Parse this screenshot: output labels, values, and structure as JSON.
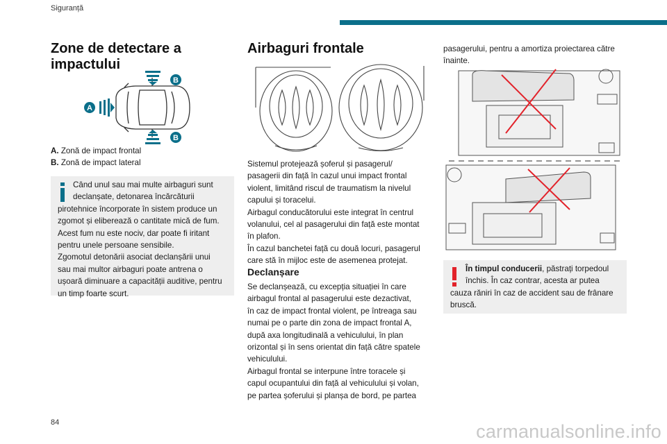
{
  "header": {
    "title": "Siguranță"
  },
  "page_number": "84",
  "watermark": "carmanualsonline.info",
  "accent_color": "#0b6f8a",
  "warning_color": "#e2222a",
  "col1": {
    "title": "Zone de detectare a impactului",
    "title_line1": "Zone de detectare a",
    "title_line2": "impactului",
    "figure": {
      "label_a": "A",
      "label_b_top": "B",
      "label_b_bottom": "B"
    },
    "legend": [
      {
        "key": "A.",
        "text": "Zonă de impact frontal"
      },
      {
        "key": "B.",
        "text": "Zonă de impact lateral"
      }
    ],
    "note": {
      "icon": "info-icon",
      "lines": [
        "Când unul sau mai multe airbaguri sunt",
        "declanșate, detonarea încărcăturii",
        "pirotehnice încorporate în sistem produce un",
        "zgomot și eliberează o cantitate mică de fum.",
        "Acest fum nu este nociv, dar poate fi iritant",
        "pentru unele persoane sensibile.",
        "Zgomotul detonării asociat declanșării unui",
        "sau mai multor airbaguri poate antrena o",
        "ușoară diminuare a capacității auditive, pentru",
        "un timp foarte scurt."
      ]
    }
  },
  "col2": {
    "title": "Airbaguri frontale",
    "para1_lines": [
      "Sistemul protejează șoferul și pasagerul/",
      "pasagerii din față în cazul unui impact frontal",
      "violent, limitând riscul de traumatism la nivelul",
      "capului și toracelui.",
      "Airbagul conducătorului este integrat în centrul",
      "volanului, cel al pasagerului din față este montat",
      "în plafon.",
      "În cazul banchetei față cu două locuri, pasagerul",
      "care stă în mijloc este de asemenea protejat."
    ],
    "subtitle": "Declanșare",
    "para2_lines": [
      "Se declanșează, cu excepția situației în care",
      "airbagul frontal al pasagerului este dezactivat,",
      "în caz de impact frontal violent, pe întreaga sau",
      "numai pe o parte din zona de impact frontal A,",
      "după axa longitudinală a vehiculului, în plan",
      "orizontal și în sens orientat din față către spatele",
      "vehiculului.",
      "Airbagul frontal se interpune între toracele și",
      "capul ocupantului din față al vehiculului și volan,",
      "pe partea șoferului și planșa de bord, pe partea"
    ]
  },
  "col3": {
    "cont_lines": [
      "pasagerului, pentru a amortiza proiectarea către",
      "înainte."
    ],
    "warning": {
      "icon": "warning-exclamation-icon",
      "lead": "În timpul conducerii",
      "rest_line1": ", păstrați torpedoul",
      "lines": [
        "închis. În caz contrar, acesta ar putea",
        "cauza răniri în caz de accident sau de frânare",
        "bruscă."
      ]
    }
  }
}
